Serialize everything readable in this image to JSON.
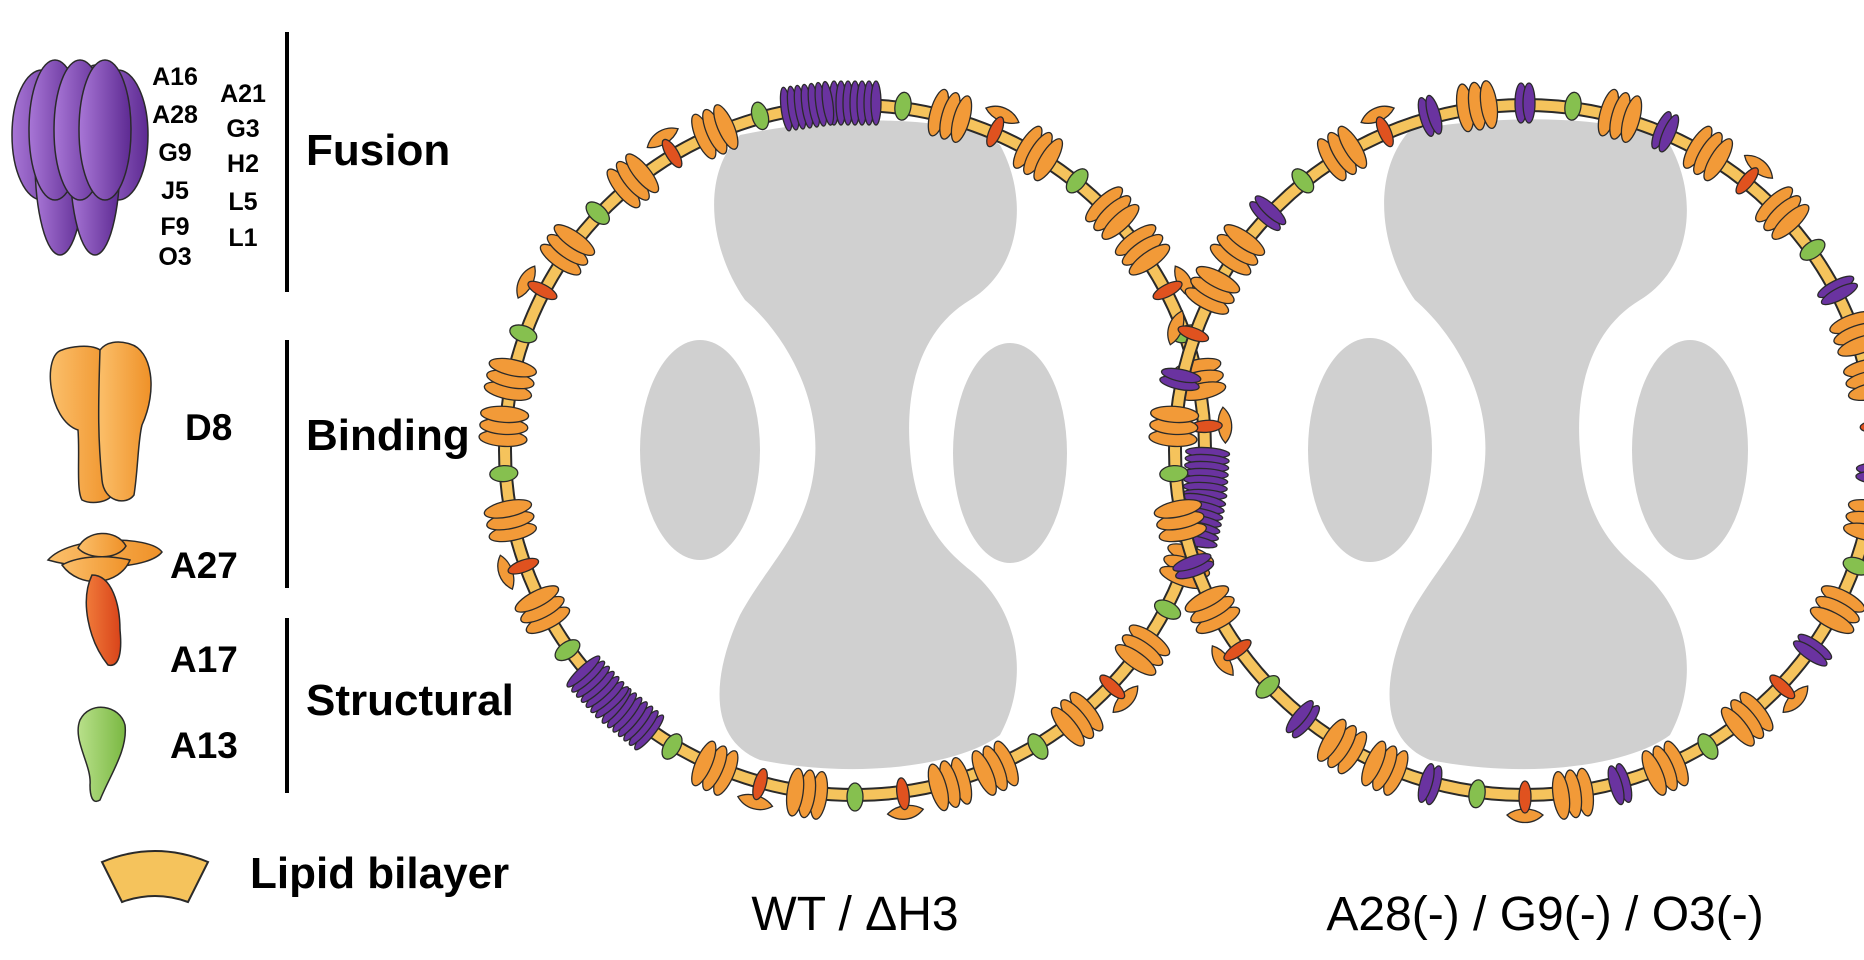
{
  "legend": {
    "fusion": {
      "proteins_col1": [
        "A16",
        "A28",
        "G9",
        "J5",
        "F9",
        "O3"
      ],
      "proteins_col2": [
        "A21",
        "G3",
        "H2",
        "L5",
        "L1"
      ],
      "label": "Fusion"
    },
    "binding": {
      "proteins": [
        "D8",
        "A27"
      ],
      "label": "Binding"
    },
    "structural": {
      "proteins": [
        "A17",
        "A13"
      ],
      "label": "Structural"
    },
    "lipid": {
      "label": "Lipid bilayer"
    }
  },
  "virions": [
    {
      "caption": "WT / ΔH3"
    },
    {
      "caption": "A28(-) / G9(-) / O3(-)"
    }
  ],
  "colors": {
    "fusion": "#6a33a0",
    "binding": "#f29a38",
    "a17": "#e0521f",
    "a13": "#86c04f",
    "lipid": "#f5c35c",
    "core": "#d0d0d0",
    "outline": "#2a2a2a"
  },
  "icons": [
    "fusion-complex-icon",
    "d8-protein-icon",
    "a27-protein-icon",
    "a17-protein-icon",
    "a13-protein-icon",
    "lipid-bilayer-icon"
  ]
}
